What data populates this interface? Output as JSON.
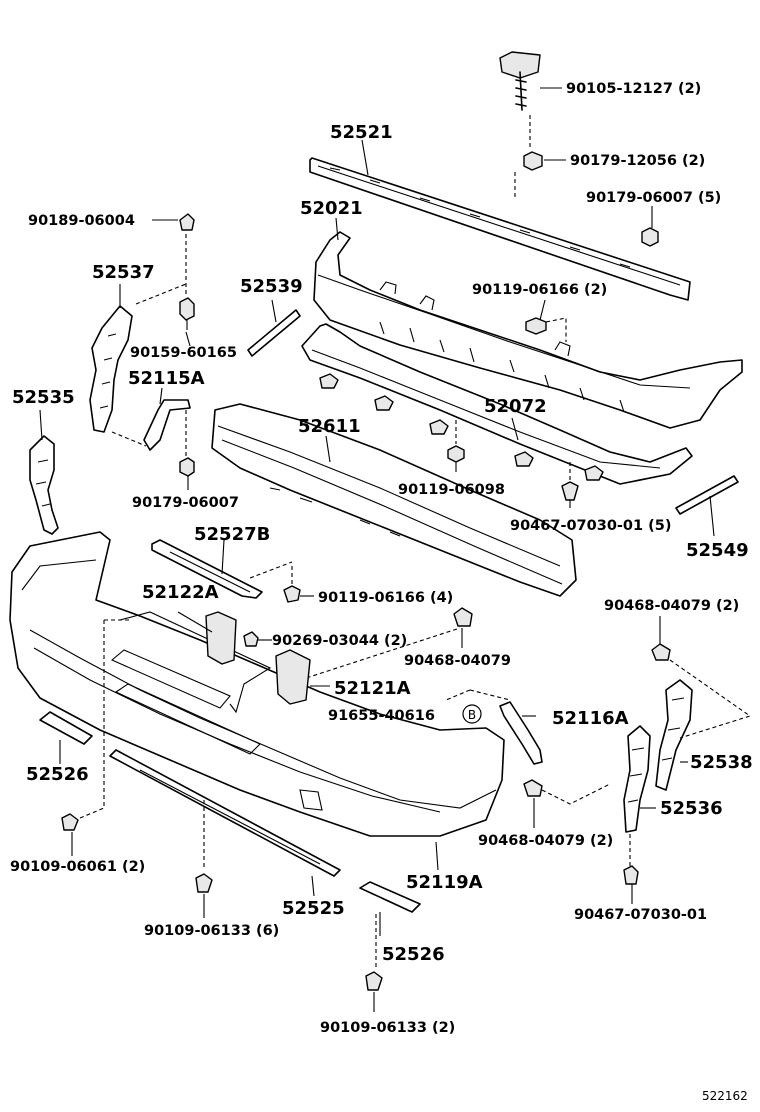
{
  "diagram_id": "522162",
  "part_labels": {
    "p90105": "90105-12127 (2)",
    "p52521": "52521",
    "p90179_12056": "90179-12056 (2)",
    "p52021": "52021",
    "p90179_06007_5": "90179-06007 (5)",
    "p90189": "90189-06004",
    "p52537": "52537",
    "p52539": "52539",
    "p90119_06166_2": "90119-06166 (2)",
    "p90159": "90159-60165",
    "p52115A": "52115A",
    "p52535": "52535",
    "p52611": "52611",
    "p52072": "52072",
    "p90119_06098": "90119-06098",
    "p90179_06007": "90179-06007",
    "p90467_5": "90467-07030-01 (5)",
    "p52527B": "52527B",
    "p52549": "52549",
    "p90119_06166_4": "90119-06166 (4)",
    "p52122A": "52122A",
    "p90468_2_top": "90468-04079 (2)",
    "p90269": "90269-03044 (2)",
    "p90468": "90468-04079",
    "p52121A": "52121A",
    "p91655": "91655-40616",
    "circle_b": "B",
    "p52116A": "52116A",
    "p52538": "52538",
    "p52526_a": "52526",
    "p52536": "52536",
    "p90468_2_bottom": "90468-04079 (2)",
    "p90109_06061": "90109-06061 (2)",
    "p52119A": "52119A",
    "p52525": "52525",
    "p90467": "90467-07030-01",
    "p90109_06133_6": "90109-06133 (6)",
    "p52526_b": "52526",
    "p90109_06133_2": "90109-06133 (2)"
  }
}
